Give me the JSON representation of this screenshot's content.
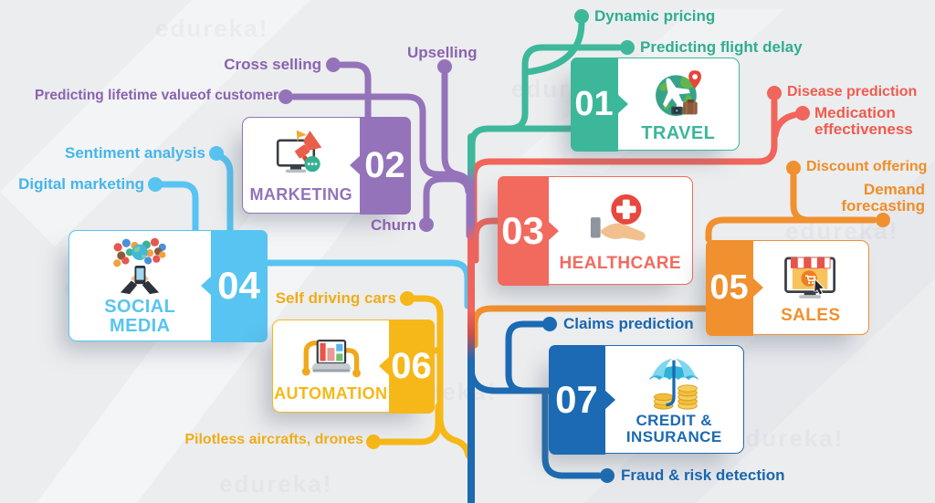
{
  "watermark": "edureka!",
  "palette": {
    "travel": "#3cb79a",
    "marketing": "#9473ba",
    "healthcare": "#f26a5e",
    "social_media": "#58c4f1",
    "sales": "#f1902e",
    "automation": "#f6b818",
    "credit_insurance": "#1b6ab3",
    "trunk_bottom": "#1b6ab3",
    "background": "#ecedef"
  },
  "cards": {
    "travel": {
      "number": "01",
      "label": "TRAVEL"
    },
    "marketing": {
      "number": "02",
      "label": "MARKETING"
    },
    "healthcare": {
      "number": "03",
      "label": "HEALTHCARE"
    },
    "social": {
      "number": "04",
      "label": "SOCIAL MEDIA"
    },
    "sales": {
      "number": "05",
      "label": "SALES"
    },
    "automation": {
      "number": "06",
      "label": "AUTOMATION"
    },
    "credit": {
      "number": "07",
      "label": "CREDIT & INSURANCE"
    }
  },
  "use_cases": {
    "dynamic_pricing": "Dynamic pricing",
    "flight_delay": "Predicting flight delay",
    "disease_prediction": "Disease prediction",
    "medication_effectiveness": "Medication effectiveness",
    "cross_selling": "Cross selling",
    "upselling": "Upselling",
    "lifetime_value": "Predicting lifetime valueof customer",
    "churn": "Churn",
    "sentiment_analysis": "Sentiment analysis",
    "digital_marketing": "Digital marketing",
    "discount_offering": "Discount offering",
    "demand_forecasting": "Demand forecasting",
    "self_driving": "Self driving cars",
    "pilotless": "Pilotless aircrafts, drones",
    "claims_prediction": "Claims prediction",
    "fraud_detection": "Fraud & risk detection"
  }
}
